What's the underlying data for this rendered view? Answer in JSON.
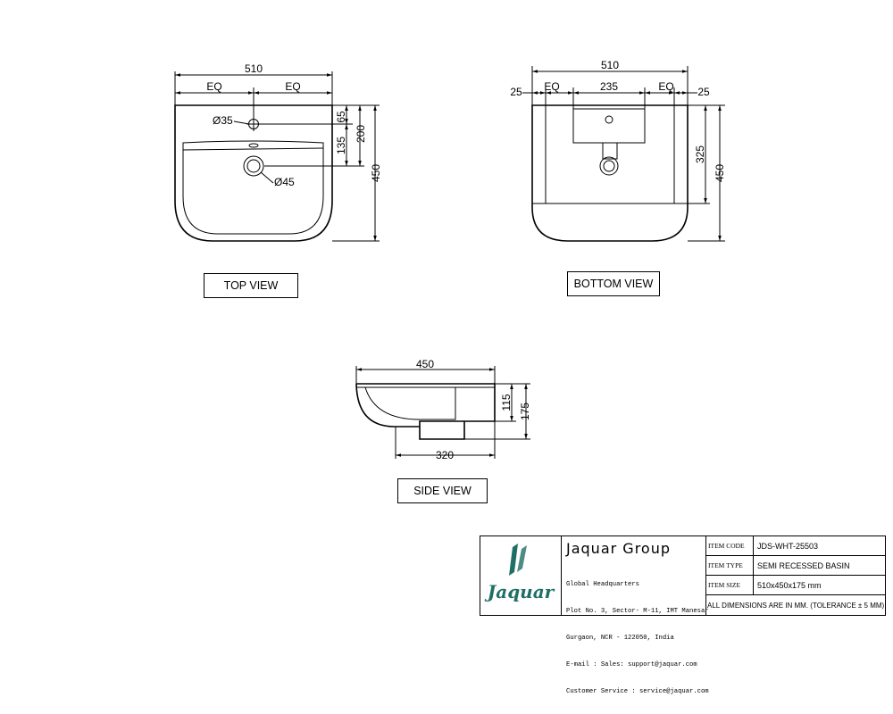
{
  "top_view": {
    "label": "TOP VIEW",
    "overall_width": "510",
    "eq_left": "EQ",
    "eq_right": "EQ",
    "tap_hole": "Ø35",
    "waste_hole": "Ø45",
    "dim_65": "65",
    "dim_135": "135",
    "dim_200": "200",
    "overall_depth": "450"
  },
  "bottom_view": {
    "label": "BOTTOM VIEW",
    "overall_width": "510",
    "left_margin": "25",
    "right_margin": "25",
    "eq_left": "EQ",
    "eq_right": "EQ",
    "center_width": "235",
    "dim_325": "325",
    "overall_depth": "450"
  },
  "side_view": {
    "label": "SIDE VIEW",
    "overall_depth": "450",
    "base_depth": "320",
    "dim_115": "115",
    "overall_height": "175"
  },
  "title_block": {
    "company": "Jaquar Group",
    "logo_text": "Jaquar",
    "address_lines": [
      "Global Headquarters",
      "Plot No. 3, Sector- M-11, IMT Manesar",
      "Gurgaon, NCR - 122050, India",
      "E-mail : Sales: support@jaquar.com",
      "Customer Service : service@jaquar.com"
    ],
    "rows": [
      {
        "key": "ITEM CODE",
        "value": "JDS-WHT-25503"
      },
      {
        "key": "ITEM TYPE",
        "value": "SEMI RECESSED BASIN"
      },
      {
        "key": "ITEM SIZE",
        "value": "510x450x175 mm"
      }
    ],
    "note": "ALL DIMENSIONS ARE IN MM. (TOLERANCE ± 5 MM)"
  },
  "colors": {
    "line": "#000000",
    "logo": "#1f6f66",
    "background": "#ffffff"
  }
}
